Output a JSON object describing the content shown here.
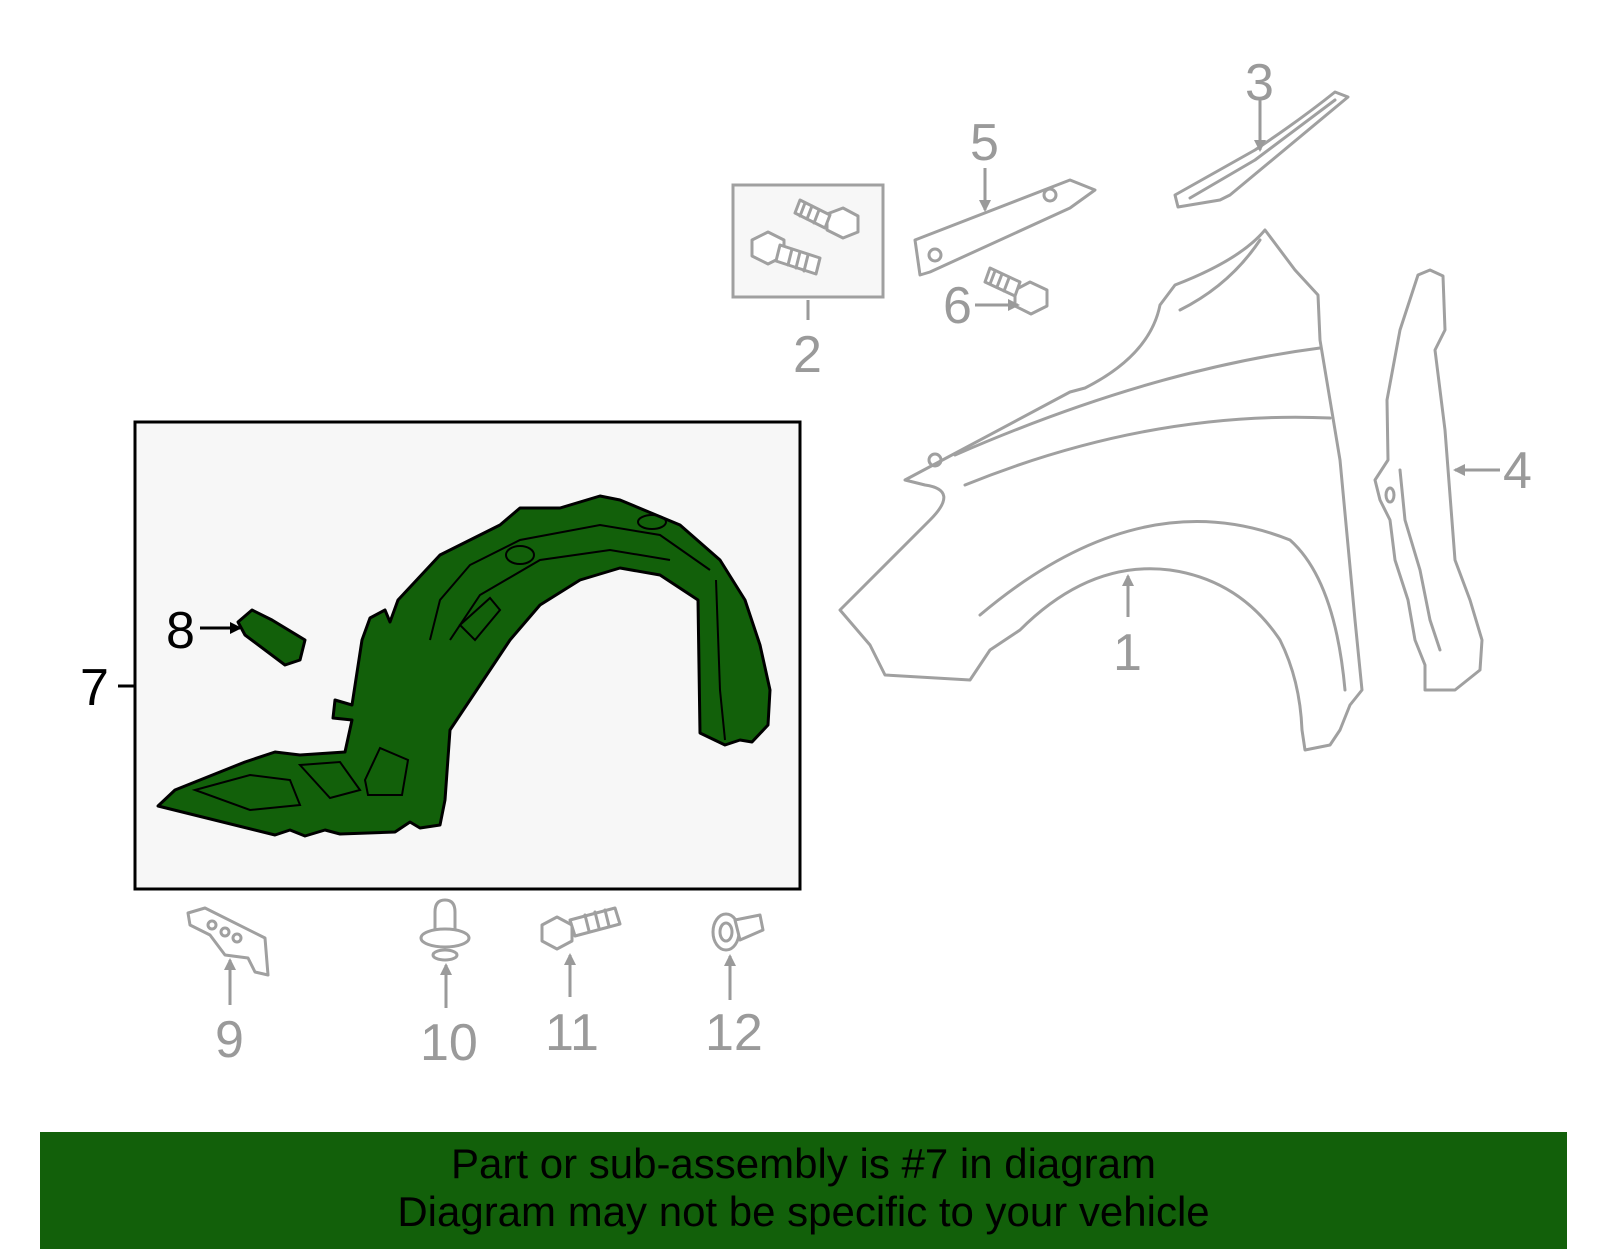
{
  "callouts": {
    "c1": "1",
    "c2": "2",
    "c3": "3",
    "c4": "4",
    "c5": "5",
    "c6": "6",
    "c7": "7",
    "c8": "8",
    "c9": "9",
    "c10": "10",
    "c11": "11",
    "c12": "12"
  },
  "highlight": {
    "part": "7",
    "color": "#12600a"
  },
  "banner": {
    "line1": "Part or sub-assembly is #7 in diagram",
    "line2": "Diagram may not be specific to your vehicle",
    "background": "#12600a"
  }
}
